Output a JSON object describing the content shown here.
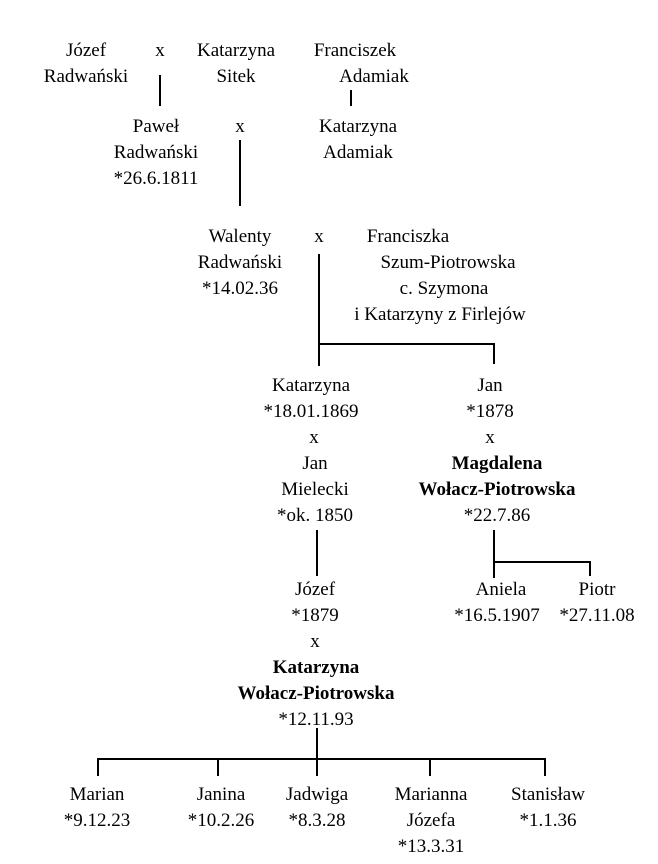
{
  "tree": {
    "marker": "x",
    "jozef_radwanski": [
      "Józef",
      "Radwański"
    ],
    "katarzyna_sitek": [
      "Katarzyna",
      "Sitek"
    ],
    "franciszek_adamiak": [
      "Franciszek",
      "Adamiak"
    ],
    "pawel_radwanski": [
      "Paweł",
      "Radwański",
      "*26.6.1811"
    ],
    "katarzyna_adamiak": [
      "Katarzyna",
      "Adamiak"
    ],
    "walenty_radwanski": [
      "Walenty",
      "Radwański",
      "*14.02.36"
    ],
    "franciszka_szum": [
      "Franciszka",
      "Szum-Piotrowska",
      "c. Szymona",
      "i Katarzyny z Firlejów"
    ],
    "katarzyna_1869": [
      "Katarzyna",
      "*18.01.1869"
    ],
    "jan_mielecki": [
      "Jan",
      "Mielecki",
      "*ok. 1850"
    ],
    "jan_1878": [
      "Jan",
      "*1878"
    ],
    "magdalena": [
      "Magdalena",
      "Wołacz-Piotrowska",
      "*22.7.86"
    ],
    "jozef_1879": [
      "Józef",
      "*1879"
    ],
    "katarzyna_wolacz": [
      "Katarzyna",
      "Wołacz-Piotrowska",
      "*12.11.93"
    ],
    "aniela": [
      "Aniela",
      "*16.5.1907"
    ],
    "piotr": [
      "Piotr",
      "*27.11.08"
    ],
    "marian": [
      "Marian",
      "*9.12.23"
    ],
    "janina": [
      "Janina",
      "*10.2.26"
    ],
    "jadwiga": [
      "Jadwiga",
      "*8.3.28"
    ],
    "marianna": [
      "Marianna",
      "Józefa",
      "*13.3.31"
    ],
    "stanislaw": [
      "Stanisław",
      "*1.1.36"
    ]
  }
}
